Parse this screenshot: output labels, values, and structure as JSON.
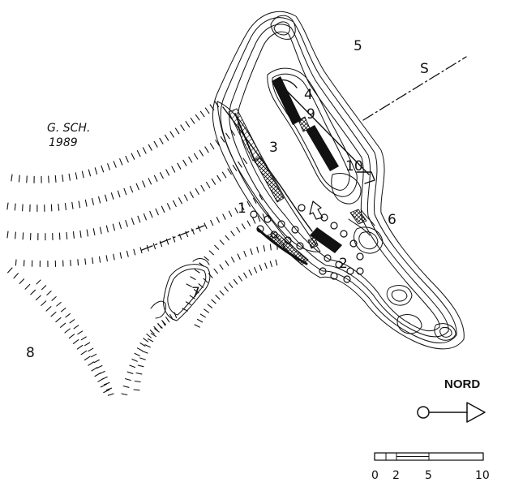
{
  "author": {
    "initials": "G. SCH.",
    "year": "1989"
  },
  "labels": {
    "n1": "1",
    "n2": "2",
    "n3": "3",
    "n4": "4",
    "n5": "5",
    "n6": "6",
    "n7": "7",
    "n8": "8",
    "n9": "9",
    "n10": "10",
    "section": "S"
  },
  "north": {
    "label": "NORD"
  },
  "scale": {
    "ticks": [
      "0",
      "2",
      "5",
      "10"
    ]
  },
  "colors": {
    "ink": "#111111",
    "paper": "#ffffff"
  }
}
